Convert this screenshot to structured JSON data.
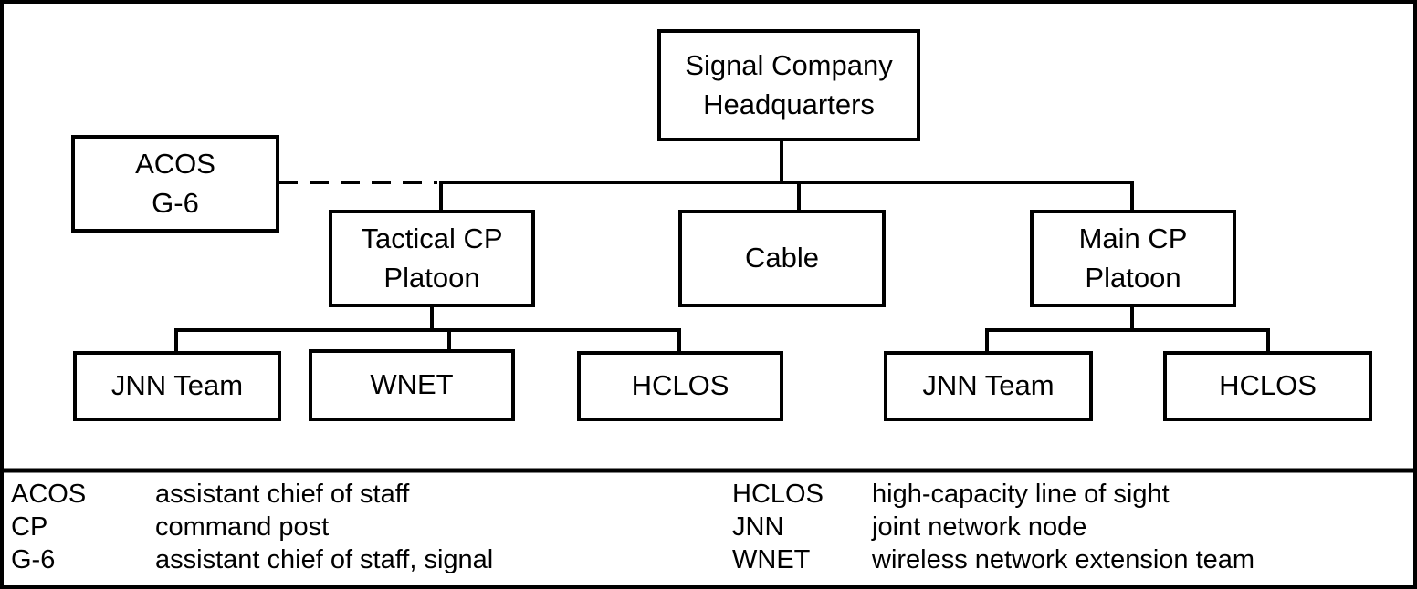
{
  "diagram": {
    "colors": {
      "line": "#000000",
      "box_border": "#000000",
      "box_fill": "#ffffff",
      "background": "#ffffff"
    },
    "nodes": {
      "hq": {
        "label": "Signal Company\nHeadquarters"
      },
      "acos": {
        "label": "ACOS\nG-6"
      },
      "tactical": {
        "label": "Tactical CP\nPlatoon"
      },
      "cable": {
        "label": "Cable"
      },
      "main": {
        "label": "Main CP\nPlatoon"
      },
      "jnn_left": {
        "label": "JNN Team"
      },
      "wnet": {
        "label": "WNET"
      },
      "hclos_left": {
        "label": "HCLOS"
      },
      "jnn_right": {
        "label": "JNN Team"
      },
      "hclos_right": {
        "label": "HCLOS"
      }
    },
    "edges": [
      {
        "from": "hq",
        "to": "tactical",
        "style": "solid"
      },
      {
        "from": "hq",
        "to": "cable",
        "style": "solid"
      },
      {
        "from": "hq",
        "to": "main",
        "style": "solid"
      },
      {
        "from": "acos",
        "to": "hq",
        "style": "dashed"
      },
      {
        "from": "tactical",
        "to": "jnn_left",
        "style": "solid"
      },
      {
        "from": "tactical",
        "to": "wnet",
        "style": "solid"
      },
      {
        "from": "tactical",
        "to": "hclos_left",
        "style": "solid"
      },
      {
        "from": "main",
        "to": "jnn_right",
        "style": "solid"
      },
      {
        "from": "main",
        "to": "hclos_right",
        "style": "solid"
      }
    ]
  },
  "legend": {
    "left": [
      {
        "term": "ACOS",
        "definition": "assistant chief of staff"
      },
      {
        "term": "CP",
        "definition": "command post"
      },
      {
        "term": "G-6",
        "definition": "assistant chief of staff, signal"
      }
    ],
    "right": [
      {
        "term": "HCLOS",
        "definition": "high-capacity line of sight"
      },
      {
        "term": "JNN",
        "definition": "joint network node"
      },
      {
        "term": "WNET",
        "definition": "wireless network extension team"
      }
    ]
  }
}
